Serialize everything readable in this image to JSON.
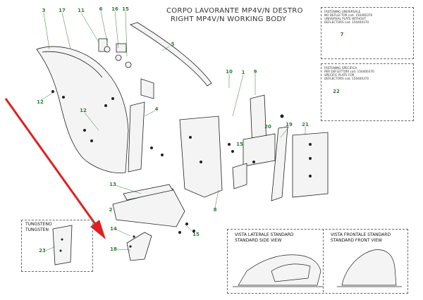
{
  "title": {
    "line1": "CORPO LAVORANTE MP4V/N DESTRO",
    "line2": "RIGHT MP4V/N WORKING BODY"
  },
  "box_universal": {
    "lines": [
      "FASTENING UNIVERSALE",
      "NO DEFLECTOR cod. 150400370",
      "UNIVERSAL PLATE WITHOUT",
      "DEFLECTORS cod. 150400370"
    ],
    "callout": "7"
  },
  "box_specific": {
    "lines": [
      "FASTENING SPECIFICA",
      "PER DEFLETTORI cod. 150400370",
      "SPECIFIC PLATE FOR",
      "DEFLECTORS cod. 150400370"
    ],
    "callout": "22"
  },
  "box_tungsten": {
    "label1": "TUNGSTENO",
    "label2": "TUNGSTEN",
    "callout": "23"
  },
  "box_views": {
    "side_label1": "VISTA LATERALE STANDARD",
    "side_label2": "STANDARD SIDE VIEW",
    "front_label1": "VISTA FRONTALE STANDARD",
    "front_label2": "STANDARD FRONT VIEW"
  },
  "callouts": [
    "3",
    "17",
    "11",
    "6",
    "16",
    "15",
    "5",
    "10",
    "1",
    "9",
    "12",
    "12",
    "4",
    "19",
    "21",
    "20",
    "15",
    "13",
    "2",
    "8",
    "15",
    "14",
    "18"
  ],
  "colors": {
    "arrow": "#e02020",
    "callout": "#2e7d32",
    "line": "#222222",
    "fill": "#f4f4f4"
  }
}
